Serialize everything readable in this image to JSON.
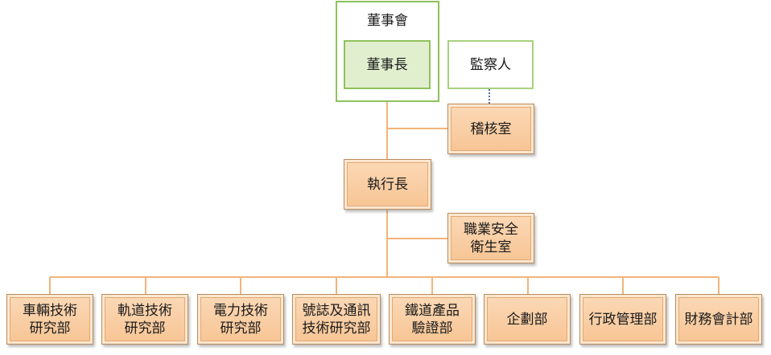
{
  "board": {
    "title": "董事會"
  },
  "chairman": {
    "label": "董事長"
  },
  "supervisor": {
    "label": "監察人"
  },
  "audit": {
    "label": "稽核室"
  },
  "ceo": {
    "label": "執行長"
  },
  "safety": {
    "line1": "職業安全",
    "line2": "衛生室"
  },
  "departments": [
    {
      "line1": "車輛技術",
      "line2": "研究部"
    },
    {
      "line1": "軌道技術",
      "line2": "研究部"
    },
    {
      "line1": "電力技術",
      "line2": "研究部"
    },
    {
      "line1": "號誌及通訊",
      "line2": "技術研究部"
    },
    {
      "line1": "鐵道產品",
      "line2": "驗證部"
    },
    {
      "line1": "企劃部",
      "line2": ""
    },
    {
      "line1": "行政管理部",
      "line2": ""
    },
    {
      "line1": "財務會計部",
      "line2": ""
    }
  ],
  "colors": {
    "connector": "#f2b47a",
    "board_border": "#8fc15a",
    "dotted": "#1f3f7a"
  }
}
